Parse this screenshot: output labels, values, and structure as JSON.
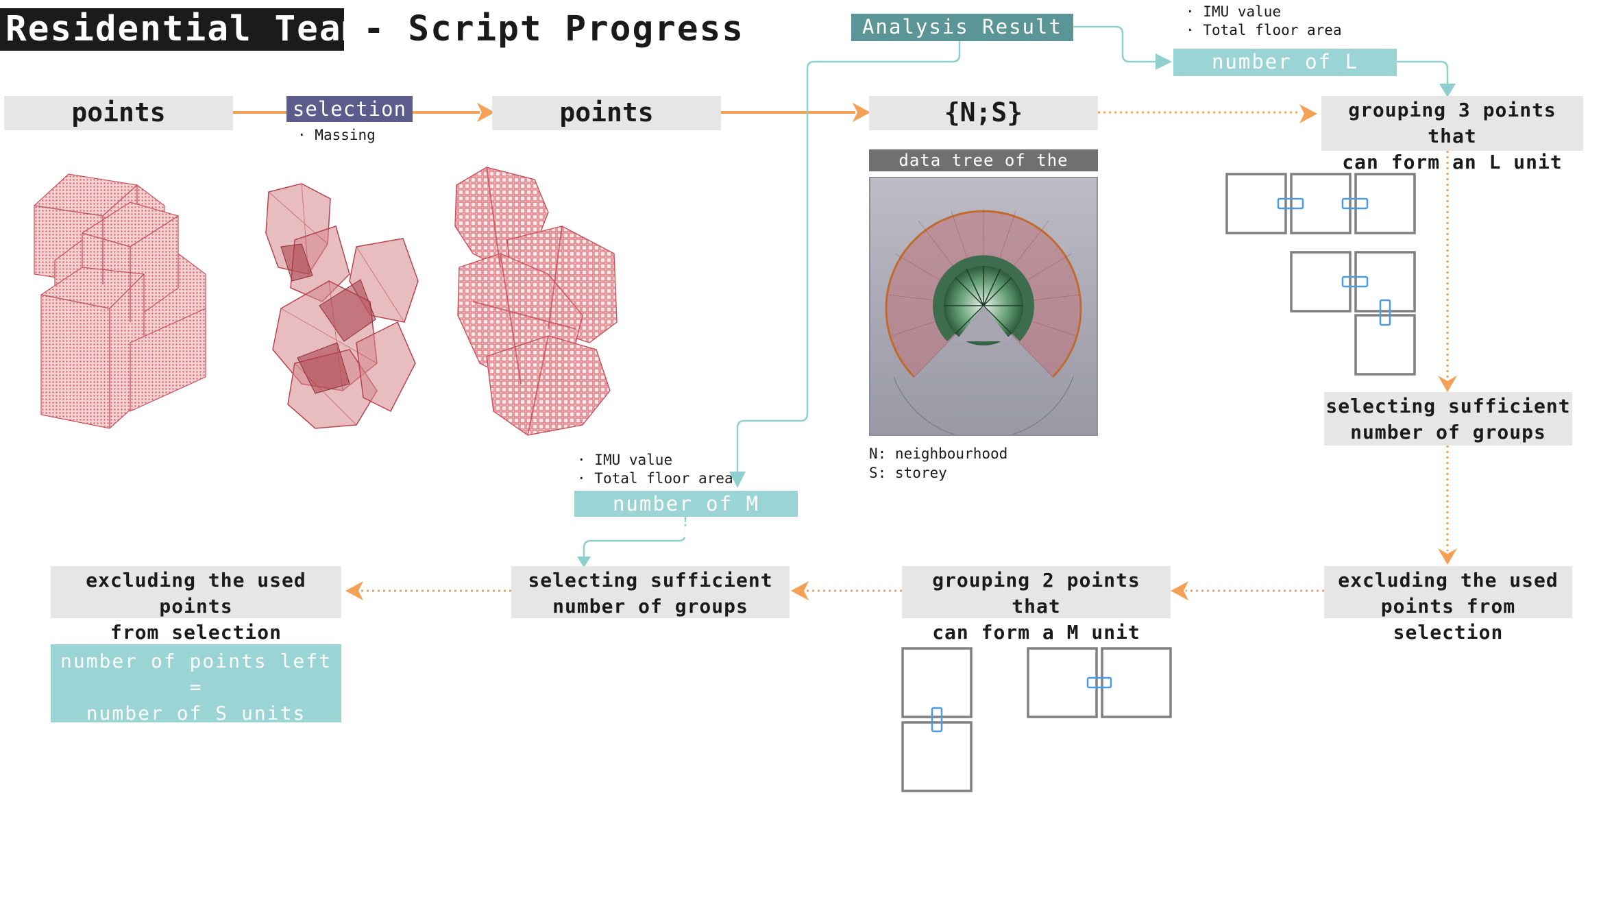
{
  "title": {
    "main": "Residential Team",
    "rest": "- Script Progress"
  },
  "nodes": {
    "points1": "points",
    "selection_tag": "selection",
    "selection_note": "Massing",
    "points2": "points",
    "ns": "{N;S}",
    "analysis_result": "Analysis Result",
    "l_inputs": [
      "IMU value",
      "Total floor area"
    ],
    "l_units": "number of L units",
    "group3": [
      "grouping 3 points that",
      "can form an L unit"
    ],
    "data_tree_label": "data tree of the points",
    "legend": [
      "N: neighbourhood",
      "S: storey"
    ],
    "select_groups_right": [
      "selecting sufficient",
      "number of groups"
    ],
    "exclude_right": [
      "excluding the used",
      "points from selection"
    ],
    "group2": [
      "grouping 2 points that",
      "can form a M unit"
    ],
    "select_groups_mid": [
      "selecting sufficient",
      "number of groups"
    ],
    "m_inputs": [
      "IMU value",
      "Total floor area"
    ],
    "m_units": "number of M units",
    "exclude_left": [
      "excluding the used points",
      "from selection"
    ],
    "points_left": [
      "number of points left",
      "=",
      "number of S units"
    ]
  },
  "colors": {
    "orange_arrow": "#f5a155",
    "teal_wire": "#8fcfcf",
    "node_bg": "#e6e6e6",
    "massing_red": "#d9666f",
    "unit_outline": "#808080",
    "connector_blue": "#4b9be0"
  }
}
